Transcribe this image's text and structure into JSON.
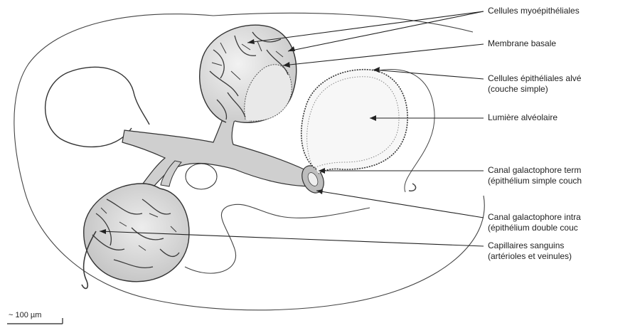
{
  "labels": {
    "myoepithelial": "Cellules myoépithéliales",
    "basement_membrane": "Membrane basale",
    "epithelial_line1": "Cellules épithéliales alvé",
    "epithelial_line2": "(couche simple)",
    "lumen": "Lumière alvéolaire",
    "terminal_duct_line1": "Canal galactophore term",
    "terminal_duct_line2": "(épithélium simple couch",
    "intralobular_duct_line1": "Canal galactophore intra",
    "intralobular_duct_line2": "(épithélium double couc",
    "capillaries_line1": "Capillaires sanguins",
    "capillaries_line2": "(artérioles et veinules)"
  },
  "scale_bar": {
    "label": "~ 100 µm"
  },
  "colors": {
    "ink": "#333333",
    "lumen_fill": "#f7f7f7",
    "tissue_fill": "#dcdcdc",
    "duct_fill": "#cfcfcf",
    "vessel": "#3a3a3a"
  }
}
